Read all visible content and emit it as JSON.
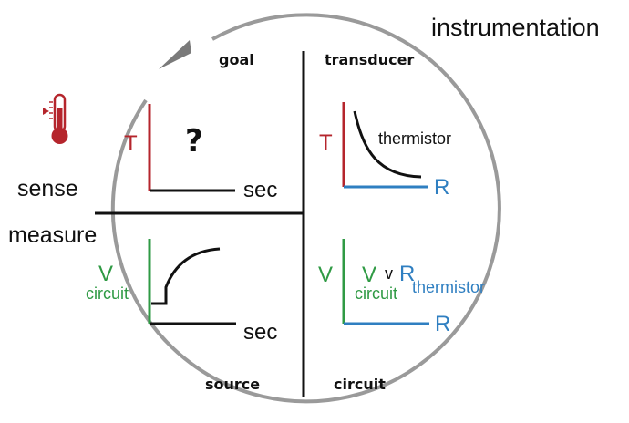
{
  "title": "instrumentation",
  "side_labels": {
    "sense": "sense",
    "measure": "measure"
  },
  "quadrants": {
    "goal": {
      "label": "goal",
      "y_axis": "T",
      "x_axis": "sec",
      "unknown": "?"
    },
    "transducer": {
      "label": "transducer",
      "y_axis": "T",
      "x_axis": "R",
      "curve_label": "thermistor"
    },
    "source": {
      "label": "source",
      "y_axis_main": "V",
      "y_axis_sub": "circuit",
      "x_axis": "sec"
    },
    "circuit": {
      "label": "circuit",
      "y_axis": "V",
      "x_axis": "R",
      "relation_v": "V",
      "relation_v_sub": "circuit",
      "relation_vs": "v",
      "relation_r": "R",
      "relation_r_sub": "thermistor"
    }
  },
  "icons": {
    "thermometer": "thermometer-icon",
    "cycle_arrow": "cycle-arrow-icon"
  },
  "colors": {
    "temperature": "#b5252c",
    "resistance": "#2f7fc1",
    "voltage": "#2f9a44",
    "ink": "#111111",
    "circle": "#9a9a9a"
  }
}
